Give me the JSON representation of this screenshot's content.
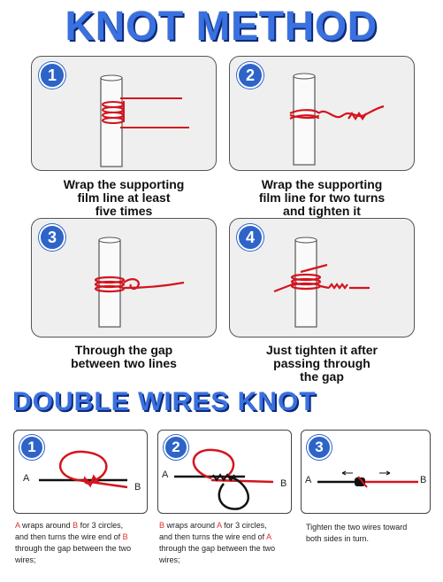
{
  "header": {
    "title": "KNOT METHOD"
  },
  "steps": [
    {
      "num": "1",
      "lines": [
        "Wrap the supporting",
        "film line at least",
        "five times"
      ]
    },
    {
      "num": "2",
      "lines": [
        "Wrap the supporting",
        "film line for two turns",
        "and tighten it"
      ]
    },
    {
      "num": "3",
      "lines": [
        "Through the gap",
        "between two lines"
      ]
    },
    {
      "num": "4",
      "lines": [
        "Just tighten it after",
        "passing through",
        "the gap"
      ]
    }
  ],
  "double": {
    "title": "DOUBLE WIRES KNOT",
    "labels": {
      "a": "A",
      "b": "B"
    },
    "steps": [
      {
        "num": "1",
        "a": "A",
        "t1": " wraps around ",
        "b": "B",
        "t2": " for 3 circles,",
        "l2": "and then turns the wire end of ",
        "b2": "B",
        "l3": "through the gap between the two",
        "l4": "wires;"
      },
      {
        "num": "2",
        "a": "B",
        "t1": " wraps around ",
        "b": "A",
        "t2": " for 3 circles,",
        "l2": "and then turns the wire end of ",
        "b2": "A",
        "l3": "through the gap between the two",
        "l4": "wires;"
      },
      {
        "num": "3",
        "l1": "Tighten the two wires toward",
        "l2": "both sides in turn."
      }
    ]
  },
  "colors": {
    "accent": "#3a71e0",
    "line": "#e0302a",
    "badge": "#2e64c8"
  }
}
